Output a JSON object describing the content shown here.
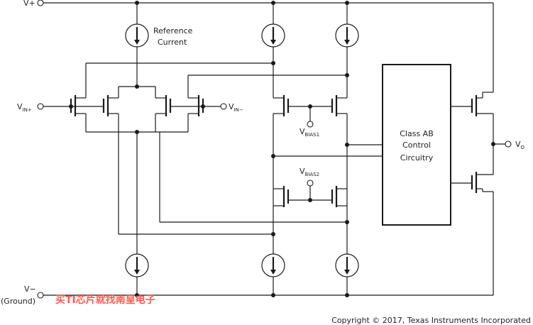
{
  "labels": {
    "vplus": "V+",
    "vin_plus_main": "V",
    "vin_plus_sub": "IN+",
    "vin_minus_main": "V",
    "vin_minus_sub": "IN−",
    "ref_line1": "Reference",
    "ref_line2": "Current",
    "vbias1_main": "V",
    "vbias1_sub": "BIAS1",
    "vbias2_main": "V",
    "vbias2_sub": "BIAS2",
    "classab_line1": "Class AB",
    "classab_line2": "Control",
    "classab_line3": "Circuitry",
    "vo_main": "V",
    "vo_sub": "O",
    "vminus": "V−",
    "ground": "(Ground)"
  },
  "watermark": "买TI芯片就找南皇电子",
  "copyright": "Copyright © 2017, Texas Instruments Incorporated",
  "colors": {
    "line": "#1a1a1a",
    "text": "#222222",
    "watermark": "#ff5a4f",
    "background": "#ffffff"
  }
}
